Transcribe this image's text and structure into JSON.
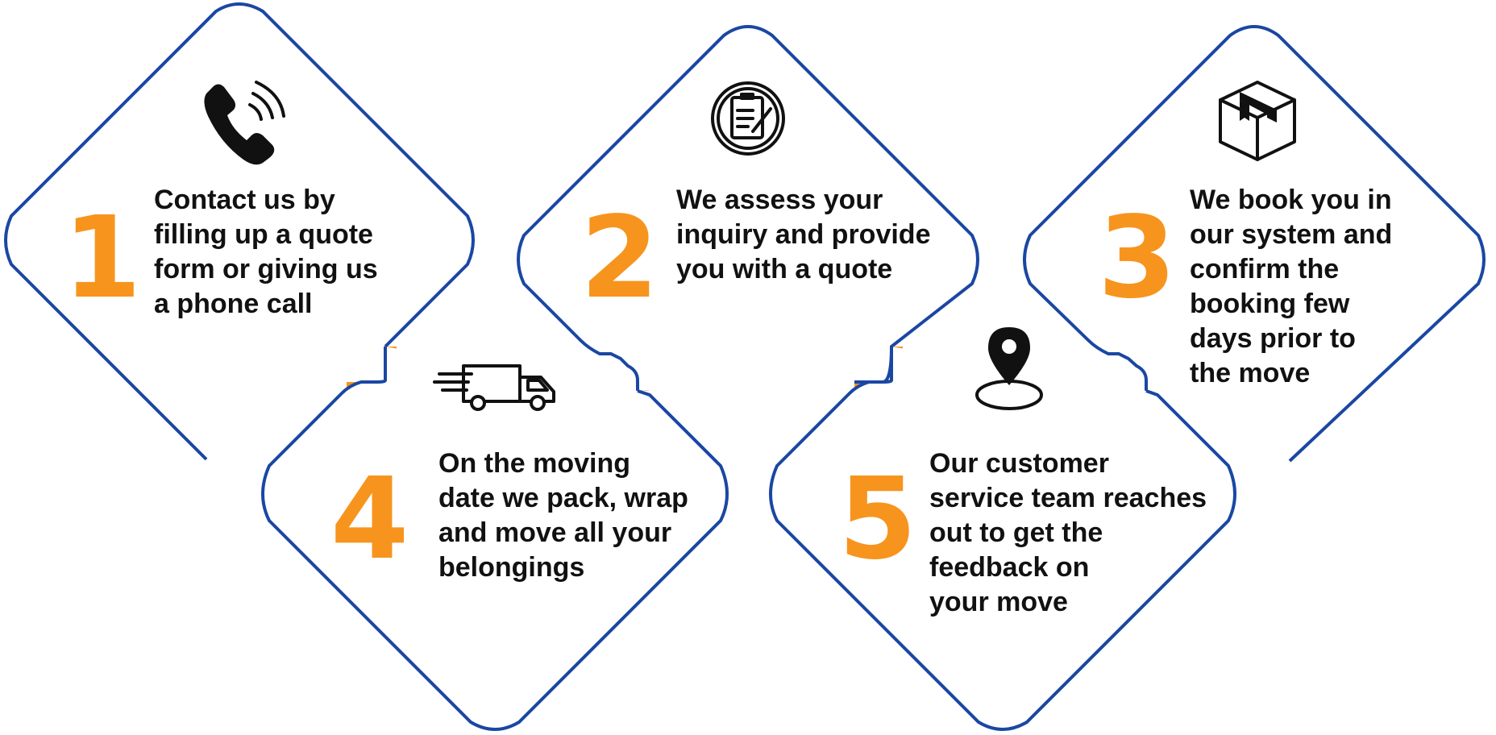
{
  "colors": {
    "outline": "#1a47a3",
    "accent": "#f7941d",
    "text": "#111111",
    "background": "#ffffff"
  },
  "steps": [
    {
      "number": "1",
      "icon": "phone-icon",
      "lines": [
        "Contact us by",
        "filling up a quote",
        "form or giving us",
        "a phone call"
      ]
    },
    {
      "number": "2",
      "icon": "clipboard-icon",
      "lines": [
        "We assess your",
        "inquiry and provide",
        "you with a quote"
      ]
    },
    {
      "number": "3",
      "icon": "box-icon",
      "lines": [
        "We book you in",
        "our system and",
        "confirm the",
        "booking few",
        "days prior to",
        "the move"
      ]
    },
    {
      "number": "4",
      "icon": "truck-icon",
      "lines": [
        "On the moving",
        "date we pack, wrap",
        "and move all your",
        "belongings"
      ]
    },
    {
      "number": "5",
      "icon": "location-pin-icon",
      "lines": [
        "Our customer",
        "service team reaches",
        "out to get the",
        "feedback on",
        "your move"
      ]
    }
  ]
}
